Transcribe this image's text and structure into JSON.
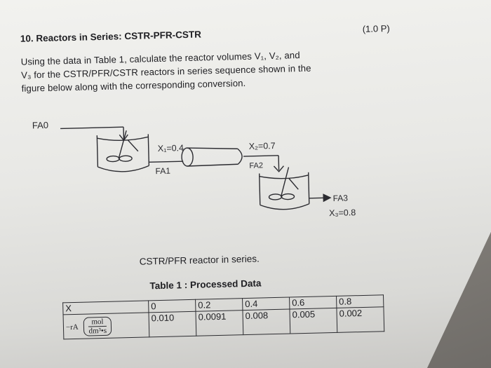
{
  "problem": {
    "title": "10. Reactors in Series: CSTR-PFR-CSTR",
    "points": "(1.0 P)",
    "text_lines": [
      "Using the data in Table 1, calculate the reactor volumes V₁, V₂, and",
      "V₃ for the CSTR/PFR/CSTR reactors in series sequence shown in the",
      "figure below along with the corresponding conversion."
    ]
  },
  "figure": {
    "labels": {
      "fa0": "FA0",
      "x1": "X₁=0.4",
      "fa1": "FA1",
      "x2": "X₂=0.7",
      "fa2": "FA2",
      "fa3": "FA3",
      "x3": "X₃=0.8"
    },
    "caption": "CSTR/PFR reactor in series."
  },
  "table": {
    "title": "Table 1 : Processed Data",
    "x_label": "X",
    "rate_label": "−rA",
    "unit_num": "mol",
    "unit_den": "dm³•s",
    "x_values": [
      "0",
      "0.2",
      "0.4",
      "0.6",
      "0.8"
    ],
    "rate_values": [
      "0.010",
      "0.0091",
      "0.008",
      "0.005",
      "0.002"
    ]
  }
}
